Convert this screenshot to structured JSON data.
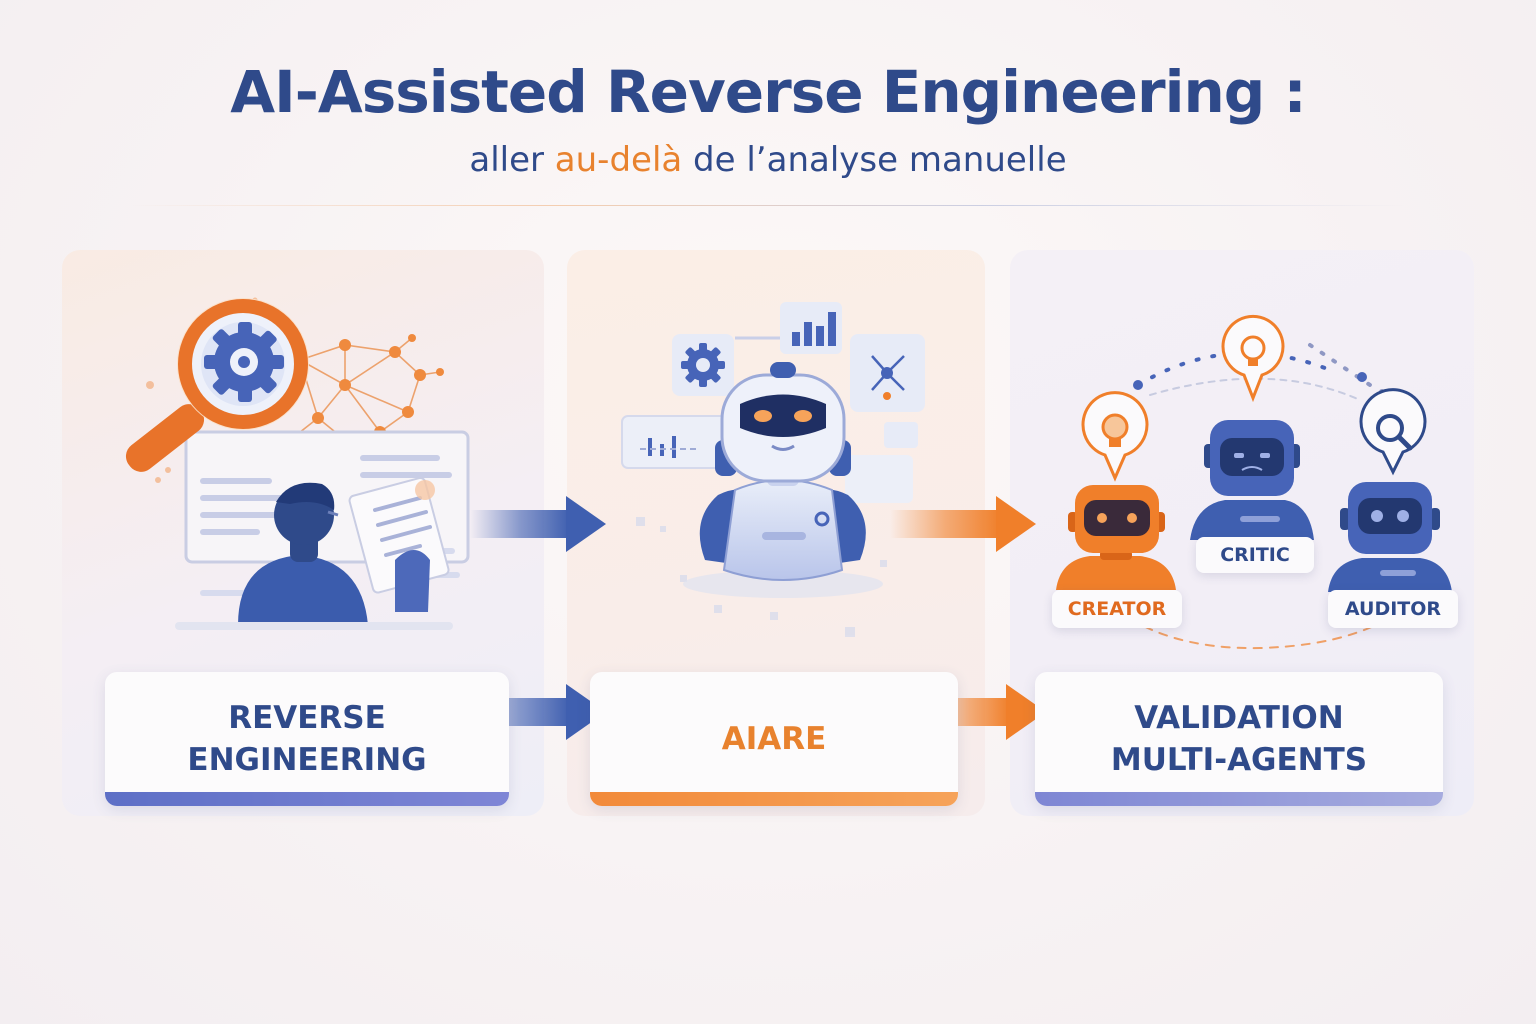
{
  "header": {
    "title": "AI-Assisted Reverse Engineering :",
    "subtitle_start": "aller ",
    "subtitle_accent": "au-delà",
    "subtitle_end": " de l’analyse manuelle"
  },
  "stages": [
    {
      "line1": "REVERSE",
      "line2": "ENGINEERING"
    },
    {
      "line1": "AIARE"
    },
    {
      "line1": "VALIDATION",
      "line2": "MULTI-AGENTS"
    }
  ],
  "agents": {
    "creator": "CREATOR",
    "critic": "CRITIC",
    "auditor": "AUDITOR"
  },
  "colors": {
    "primary_blue": "#2f4a8a",
    "accent_orange": "#e8822e",
    "arrow_blue": "#3f5fb0",
    "arrow_orange": "#f07f2a"
  }
}
